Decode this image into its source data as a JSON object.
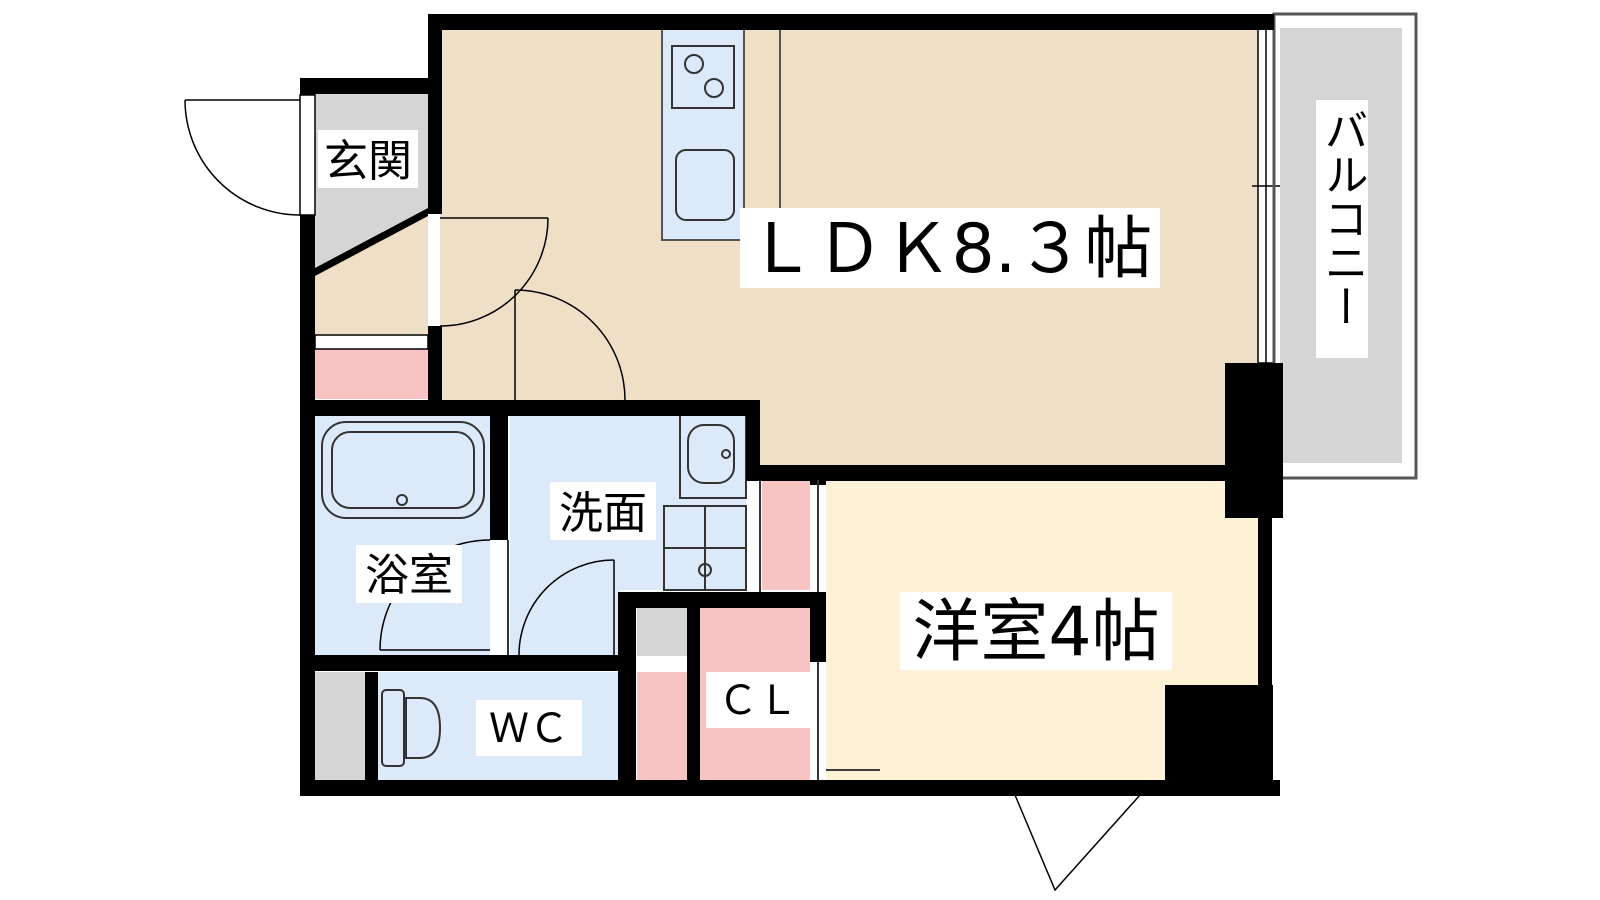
{
  "rooms": {
    "entrance": "玄関",
    "ldk": "ＬＤＫ8.３帖",
    "balcony": "バルコニー",
    "washroom": "洗面",
    "bathroom": "浴室",
    "western_room": "洋室4帖",
    "closet": "ＣＬ",
    "toilet": "ＷＣ"
  },
  "colors": {
    "ldk": "#efdfc6",
    "western": "#fdf2d6",
    "wet": "#dce9f9",
    "storage": "#f8c3c3",
    "gray": "#d5d5d5",
    "wall": "#000000"
  }
}
